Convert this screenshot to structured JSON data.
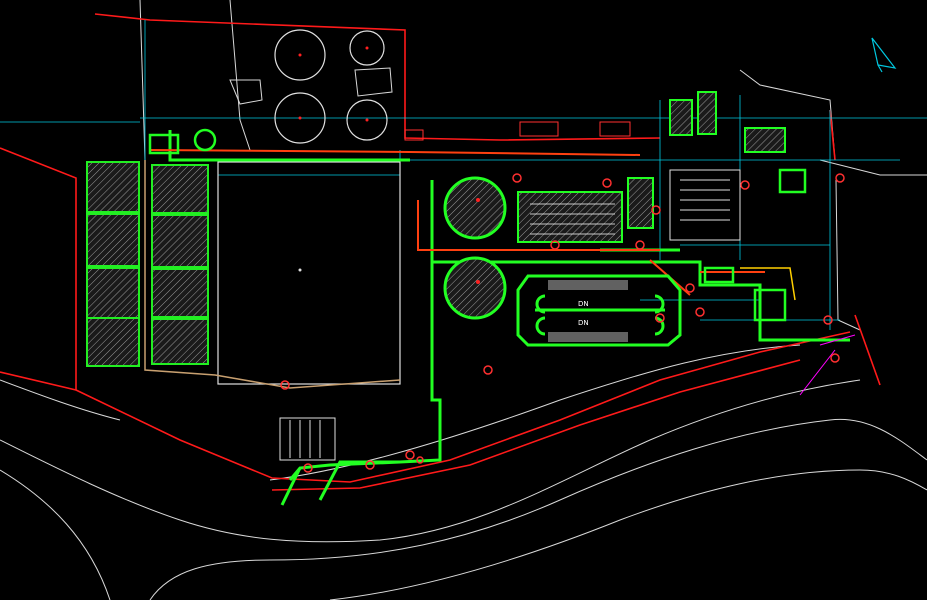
{
  "drawing": {
    "type": "CAD site plan (wastewater treatment plant)",
    "tank_labels": [
      "DN",
      "DN"
    ],
    "colors": {
      "background": "#000000",
      "boundary": "#ff0000",
      "process_pipe": "#00ff00",
      "pipe_red": "#ff3300",
      "dimension": "#00c8e0",
      "terrain": "#ffffff",
      "magenta": "#ff00ff"
    },
    "icons": [
      "north-arrow-icon"
    ]
  }
}
